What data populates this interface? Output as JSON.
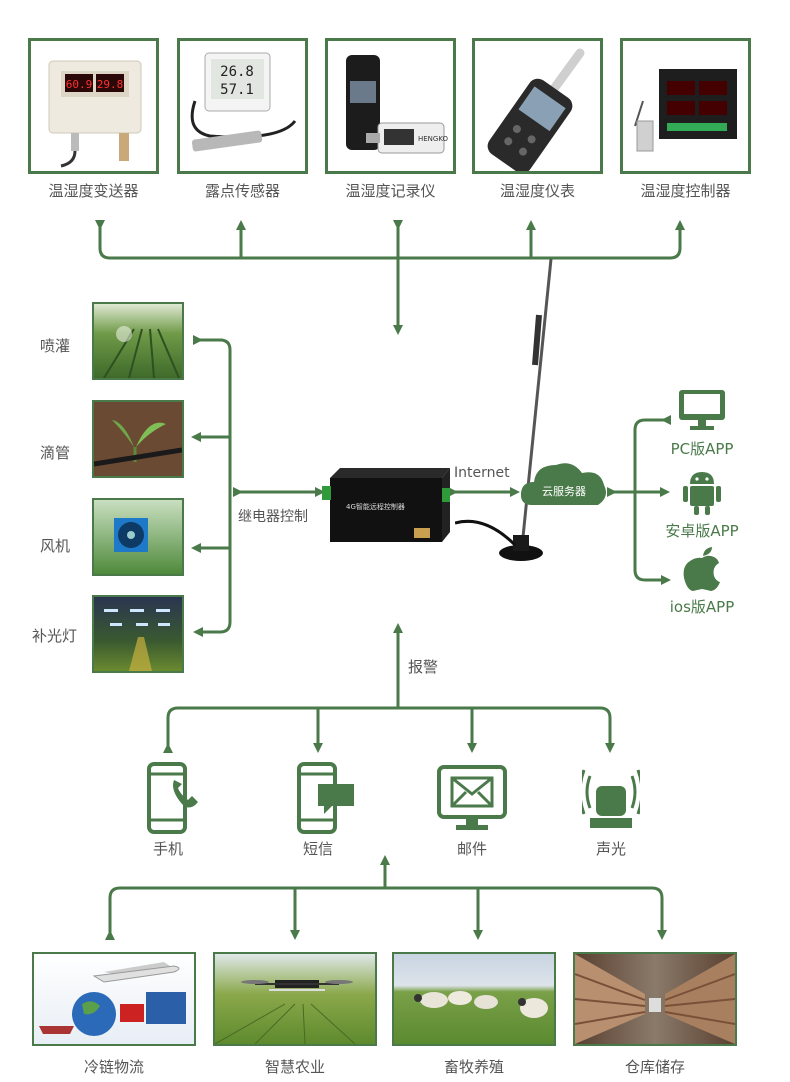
{
  "devices": [
    {
      "label": "温湿度变送器",
      "icon": "temp-humidity-transmitter-photo",
      "readout": [
        "60.9",
        "29.8"
      ]
    },
    {
      "label": "露点传感器",
      "icon": "dew-point-sensor-photo",
      "readout": [
        "26.8",
        "57.1"
      ]
    },
    {
      "label": "温湿度记录仪",
      "icon": "temp-humidity-logger-photo",
      "readout": [
        "HENGKO"
      ]
    },
    {
      "label": "温湿度仪表",
      "icon": "handheld-meter-photo"
    },
    {
      "label": "温湿度控制器",
      "icon": "controller-panel-photo"
    }
  ],
  "actuators": [
    {
      "label": "喷灌",
      "icon": "sprinkler-photo"
    },
    {
      "label": "滴管",
      "icon": "drip-irrigation-photo"
    },
    {
      "label": "风机",
      "icon": "fan-photo"
    },
    {
      "label": "补光灯",
      "icon": "grow-light-photo"
    }
  ],
  "relay_label": "继电器控制",
  "controller_label": "4G智能远程控制器",
  "internet_label": "Internet",
  "cloud_label": "云服务器",
  "apps": [
    {
      "label": "PC版APP",
      "icon": "monitor-icon"
    },
    {
      "label": "安卓版APP",
      "icon": "android-icon"
    },
    {
      "label": "ios版APP",
      "icon": "apple-icon"
    }
  ],
  "alarm_label": "报警",
  "alarms": [
    {
      "label": "手机",
      "icon": "phone-icon"
    },
    {
      "label": "短信",
      "icon": "sms-icon"
    },
    {
      "label": "邮件",
      "icon": "email-icon"
    },
    {
      "label": "声光",
      "icon": "siren-icon"
    }
  ],
  "applications": [
    {
      "label": "冷链物流",
      "icon": "cold-chain-photo"
    },
    {
      "label": "智慧农业",
      "icon": "smart-agriculture-photo"
    },
    {
      "label": "畜牧养殖",
      "icon": "livestock-photo"
    },
    {
      "label": "仓库储存",
      "icon": "warehouse-photo"
    }
  ],
  "colors": {
    "accent": "#4a7a4a",
    "text": "#555555"
  }
}
